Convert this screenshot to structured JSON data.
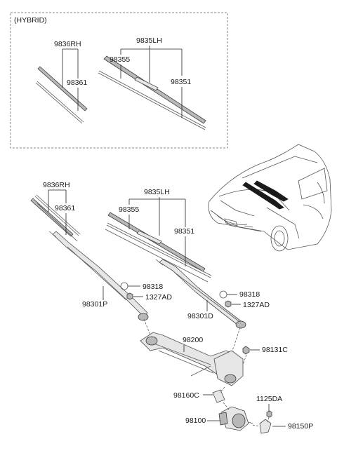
{
  "hybrid_label": "(HYBRID)",
  "hybrid_callouts": {
    "blade_rh": "9836RH",
    "refill_rh": "98361",
    "blade_lh": "9835LH",
    "blade_assy_lh": "98355",
    "refill_lh": "98351"
  },
  "main_callouts": {
    "blade_rh": "9836RH",
    "refill_rh": "98361",
    "blade_lh": "9835LH",
    "blade_assy_lh": "98355",
    "refill_lh": "98351",
    "cap_rh": "98318",
    "nut_rh": "1327AD",
    "arm_rh": "98301P",
    "cap_lh": "98318",
    "nut_lh": "1327AD",
    "arm_lh": "98301D",
    "linkage": "98200",
    "bolt": "98131C",
    "crank": "98160C",
    "bolt_motor": "1125DA",
    "motor": "98100",
    "bracket": "98150P"
  }
}
